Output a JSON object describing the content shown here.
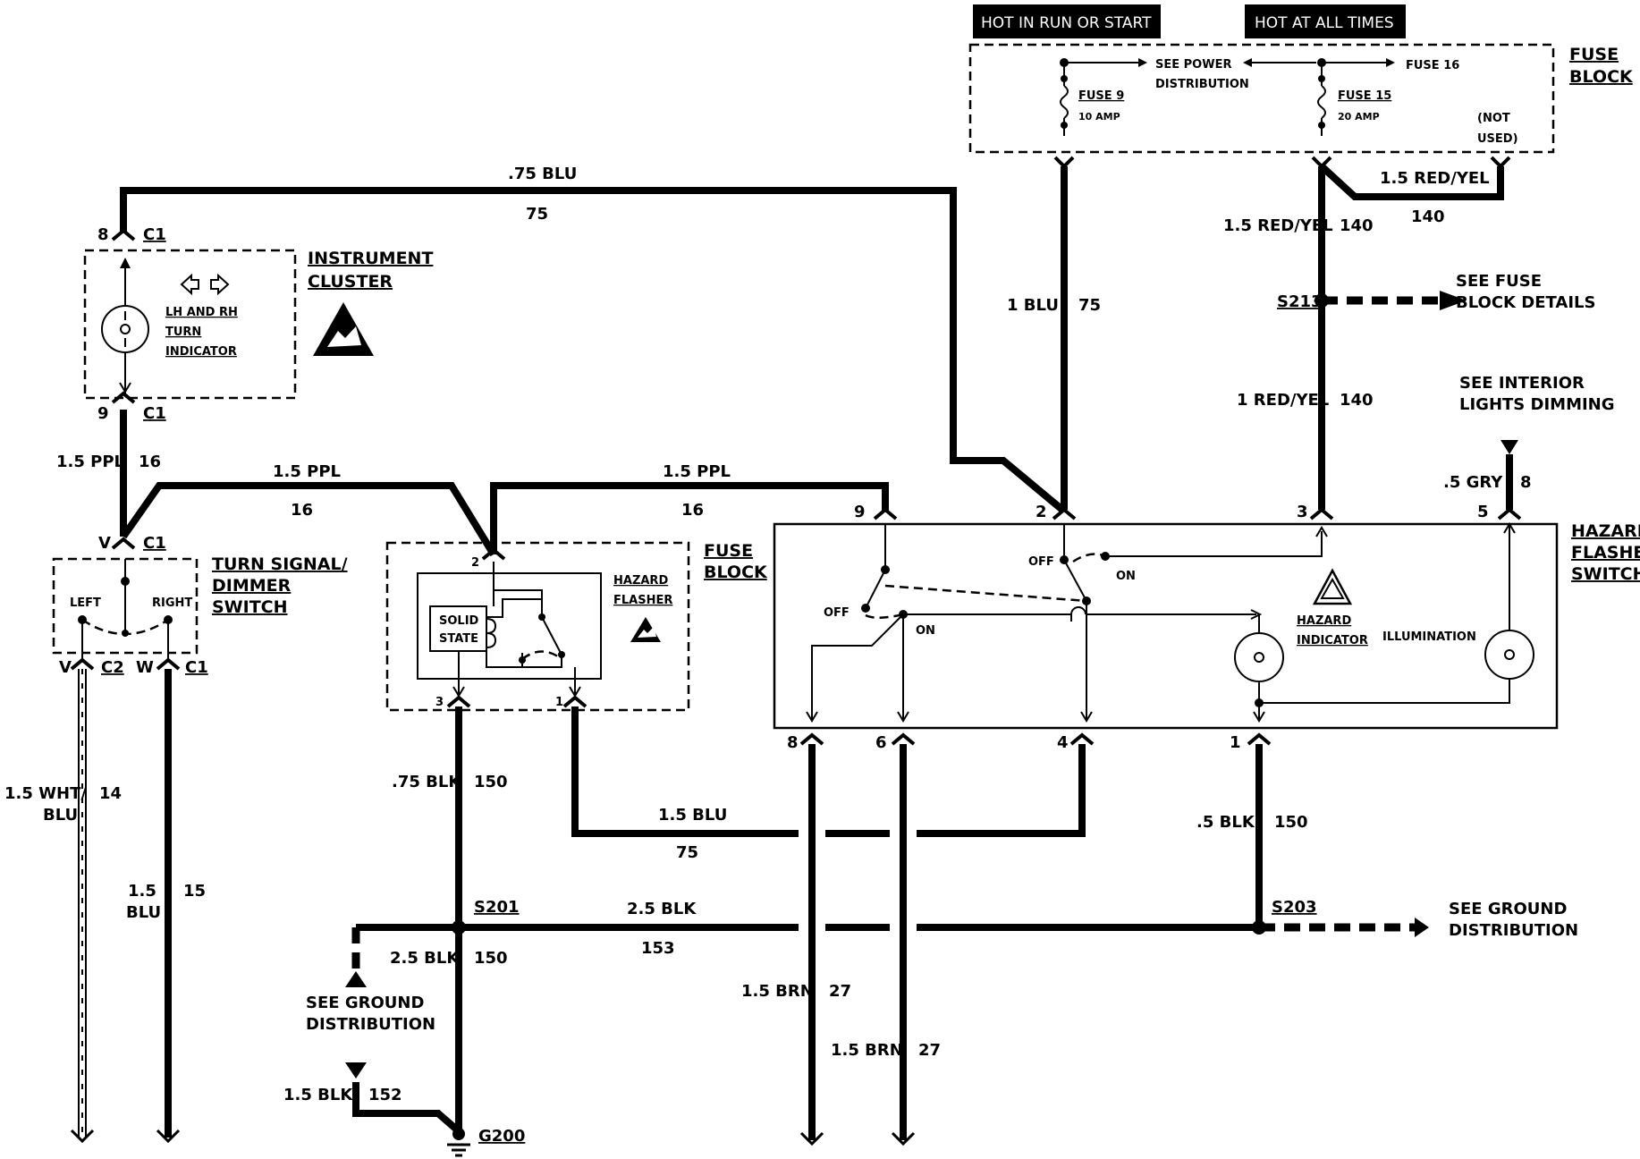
{
  "headers": {
    "hot_run_start": "HOT IN RUN OR START",
    "hot_all_times": "HOT AT ALL TIMES"
  },
  "fuse_block_top": {
    "title_1": "FUSE",
    "title_2": "BLOCK",
    "see_power_1": "SEE POWER",
    "see_power_2": "DISTRIBUTION",
    "fuse16": "FUSE 16",
    "fuse9": "FUSE 9",
    "fuse9_amp": "10 AMP",
    "fuse15": "FUSE 15",
    "fuse15_amp": "20 AMP",
    "not_used_1": "(NOT",
    "not_used_2": "USED)"
  },
  "instrument_cluster": {
    "title_1": "INSTRUMENT",
    "title_2": "CLUSTER",
    "pin_top": "8",
    "conn_top": "C1",
    "pin_bottom": "9",
    "conn_bottom": "C1",
    "indicator_1": "LH AND RH",
    "indicator_2": "TURN",
    "indicator_3": "INDICATOR"
  },
  "turn_switch": {
    "title_1": "TURN SIGNAL/",
    "title_2": "DIMMER",
    "title_3": "SWITCH",
    "pin_v_top": "V",
    "conn_top": "C1",
    "left": "LEFT",
    "right": "RIGHT",
    "pin_v_bottom": "V",
    "conn_c2": "C2",
    "pin_w": "W",
    "conn_c1": "C1"
  },
  "hazard_flasher": {
    "title_1": "HAZARD",
    "title_2": "FLASHER",
    "fuse_block_1": "FUSE",
    "fuse_block_2": "BLOCK",
    "solid_1": "SOLID",
    "solid_2": "STATE",
    "pin2": "2",
    "pin3": "3",
    "pin1": "1"
  },
  "hazard_switch": {
    "title_1": "HAZARD",
    "title_2": "FLASHER",
    "title_3": "SWITCH",
    "pin9": "9",
    "pin2": "2",
    "pin3": "3",
    "pin5": "5",
    "pin8": "8",
    "pin6": "6",
    "pin4": "4",
    "pin1": "1",
    "off_a": "OFF",
    "on_a": "ON",
    "off_b": "OFF",
    "on_b": "ON",
    "indicator_1": "HAZARD",
    "indicator_2": "INDICATOR",
    "illumination": "ILLUMINATION"
  },
  "wires": {
    "w75_top_label": ".75 BLU",
    "w75_top_num": "75",
    "w75_side_label": "1 BLU",
    "w75_side_num": "75",
    "w140_h_label": "1.5 RED/YEL",
    "w140_h_num": "140",
    "w140_v_label": "1.5 RED/YEL",
    "w140_v_num": "140",
    "w140_low_label": "1 RED/YEL",
    "w140_low_num": "140",
    "w8_label": ".5 GRY",
    "w8_num": "8",
    "w16_side_label": "1.5 PPL",
    "w16_side_num": "16",
    "w16_mid_label": "1.5 PPL",
    "w16_mid_num": "16",
    "w16_right_label": "1.5 PPL",
    "w16_right_num": "16",
    "w14_label_1": "1.5 WHT/",
    "w14_label_2": "BLU",
    "w14_num": "14",
    "w15_label_1": "1.5",
    "w15_label_2": "BLU",
    "w15_num": "15",
    "w150_a_label": ".75 BLK",
    "w150_a_num": "150",
    "w75_low_label": "1.5 BLU",
    "w75_low_num": "75",
    "w150_b_label": ".5 BLK",
    "w150_b_num": "150",
    "w153_label": "2.5 BLK",
    "w153_num": "153",
    "w150_c_label": "2.5 BLK",
    "w150_c_num": "150",
    "w27_a_label": "1.5 BRN",
    "w27_a_num": "27",
    "w27_b_label": "1.5 BRN",
    "w27_b_num": "27",
    "w152_label": "1.5 BLK",
    "w152_num": "152"
  },
  "splices": {
    "s213": "S213",
    "s201": "S201",
    "s203": "S203",
    "g200": "G200"
  },
  "notes": {
    "see_fuse_1": "SEE FUSE",
    "see_fuse_2": "BLOCK DETAILS",
    "see_interior_1": "SEE INTERIOR",
    "see_interior_2": "LIGHTS DIMMING",
    "see_ground_left_1": "SEE GROUND",
    "see_ground_left_2": "DISTRIBUTION",
    "see_ground_right_1": "SEE GROUND",
    "see_ground_right_2": "DISTRIBUTION"
  }
}
